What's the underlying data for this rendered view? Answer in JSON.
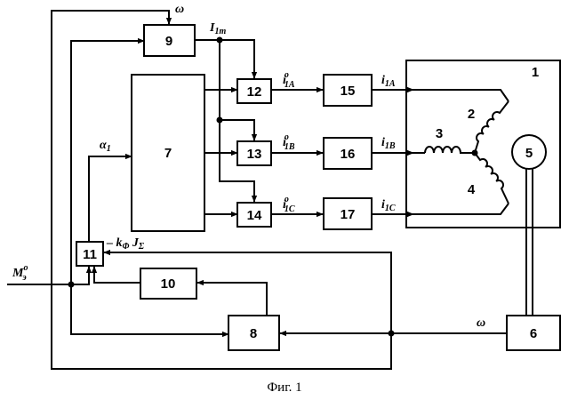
{
  "caption": "Фиг. 1",
  "blocks": {
    "b1": "1",
    "b2": "2",
    "b3": "3",
    "b4": "4",
    "b5": "5",
    "b6": "6",
    "b7": "7",
    "b8": "8",
    "b9": "9",
    "b10": "10",
    "b11": "11",
    "b12": "12",
    "b13": "13",
    "b14": "14",
    "b15": "15",
    "b16": "16",
    "b17": "17"
  },
  "signals": {
    "omega_top": "ω",
    "omega_right": "ω",
    "I1m": {
      "main": "I",
      "sub": "1m"
    },
    "alpha1": {
      "main": "α",
      "sub": "1"
    },
    "i1A_ref": {
      "main": "i",
      "sup": "o",
      "sub": "1A"
    },
    "i1B_ref": {
      "main": "i",
      "sup": "o",
      "sub": "1B"
    },
    "i1C_ref": {
      "main": "i",
      "sup": "o",
      "sub": "1C"
    },
    "i1A": {
      "main": "i",
      "sub": "1A"
    },
    "i1B": {
      "main": "i",
      "sub": "1B"
    },
    "i1C": {
      "main": "i",
      "sub": "1C"
    },
    "kJ": {
      "prefix": "– k",
      "sub1": "Φ",
      "mid": " J",
      "sub2": "Σ"
    },
    "Me_ref": {
      "main": "M",
      "sup": "o",
      "sub": "э"
    }
  }
}
